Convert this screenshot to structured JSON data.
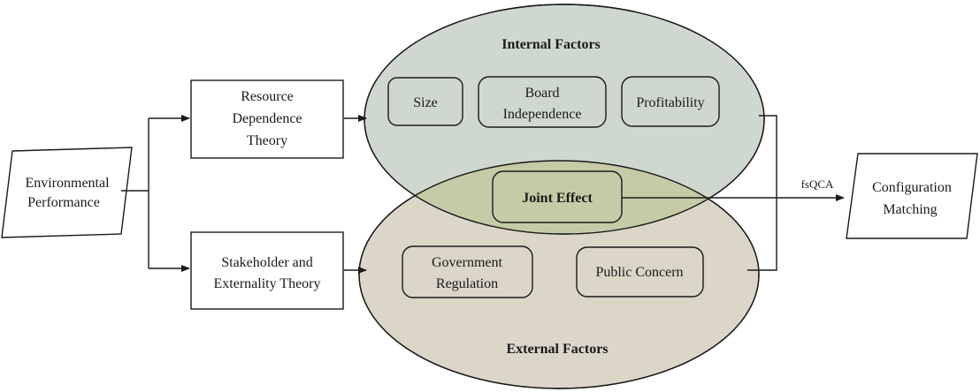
{
  "nodes": {
    "environmental_performance": [
      "Environmental",
      "Performance"
    ],
    "resource_dependence_theory": [
      "Resource",
      "Dependence",
      "Theory"
    ],
    "stakeholder_theory": [
      "Stakeholder and",
      "Externality Theory"
    ],
    "internal_factors": "Internal Factors",
    "external_factors": "External Factors",
    "size": "Size",
    "board_independence": [
      "Board",
      "Independence"
    ],
    "profitability": "Profitability",
    "joint_effect": "Joint Effect",
    "government_regulation": [
      "Government",
      "Regulation"
    ],
    "public_concern": "Public Concern",
    "configuration_matching": [
      "Configuration",
      "Matching"
    ]
  },
  "edge_labels": {
    "fsqca": "fsQCA"
  },
  "colors": {
    "internal_ellipse": "#cfd8cf",
    "external_ellipse": "#dcd6c8",
    "overlap": "#c5cba6",
    "stroke": "#1a1a1a"
  }
}
